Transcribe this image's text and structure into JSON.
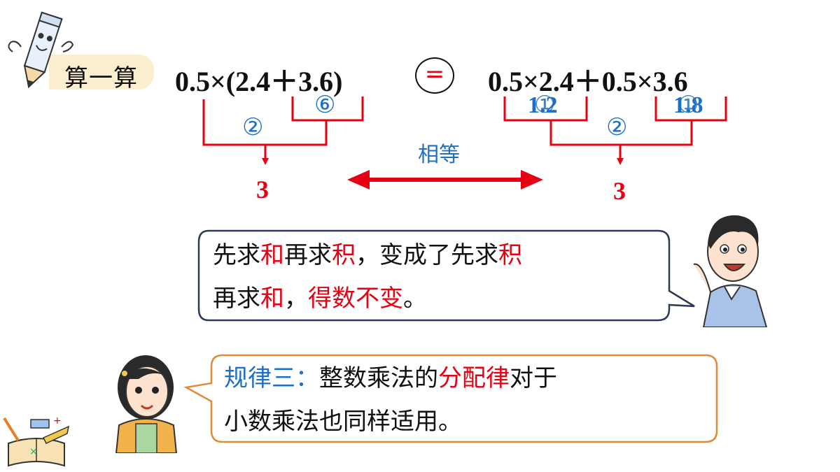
{
  "header": {
    "title": "算一算"
  },
  "left_expr": "0.5×(2.4＋3.6)",
  "equal_sign": "=",
  "right_expr": "0.5×2.4＋0.5×3.6",
  "steps": {
    "left_inner": "⑥",
    "left_inner_value": "6",
    "left_outer": "②",
    "left_result": "3",
    "right_first": "①",
    "right_first_value": "1.2",
    "right_second": "①",
    "right_second_value": "1.8",
    "right_outer": "②",
    "right_result": "3"
  },
  "equal_label": "相等",
  "bubble1": {
    "line1": [
      "先求",
      "和",
      "再求",
      "积",
      "，变成了先求",
      "积"
    ],
    "line2": [
      "再求",
      "和",
      "，",
      "得数不变",
      "。"
    ]
  },
  "bubble2": {
    "line1": [
      "规律三：",
      "整数乘法的",
      "分配律",
      "对于"
    ],
    "line2": "小数乘法也同样适用。"
  },
  "colors": {
    "red": "#e60012",
    "blue": "#1f6fc4",
    "line_red": "#e60012",
    "bubble1_border": "#2b3a55",
    "bubble2_border": "#e08a3b"
  }
}
